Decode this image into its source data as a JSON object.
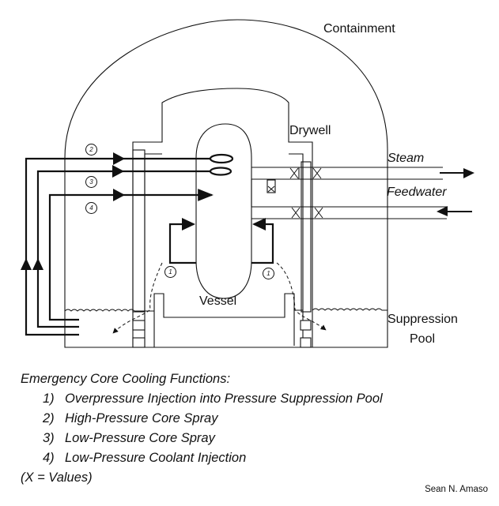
{
  "diagram": {
    "title_labels": {
      "containment": "Containment",
      "drywell": "Drywell",
      "vessel": "Vessel",
      "suppression_pool_line1": "Suppression",
      "suppression_pool_line2": "Pool",
      "steam": "Steam",
      "feedwater": "Feedwater"
    },
    "flow_markers": [
      {
        "id": "marker-1-left",
        "label": "1"
      },
      {
        "id": "marker-1-right",
        "label": "1"
      },
      {
        "id": "marker-2",
        "label": "2"
      },
      {
        "id": "marker-3",
        "label": "3"
      },
      {
        "id": "marker-4",
        "label": "4"
      }
    ],
    "valve_symbol": "X"
  },
  "legend": {
    "heading": "Emergency Core Cooling Functions:",
    "items": [
      {
        "num": "1)",
        "text": "Overpressure Injection into Pressure Suppression Pool"
      },
      {
        "num": "2)",
        "text": "High-Pressure Core Spray"
      },
      {
        "num": "3)",
        "text": "Low-Pressure Core Spray"
      },
      {
        "num": "4)",
        "text": "Low-Pressure Coolant Injection"
      }
    ],
    "note": "(X = Values)"
  },
  "credit": "Sean N. Amaso"
}
